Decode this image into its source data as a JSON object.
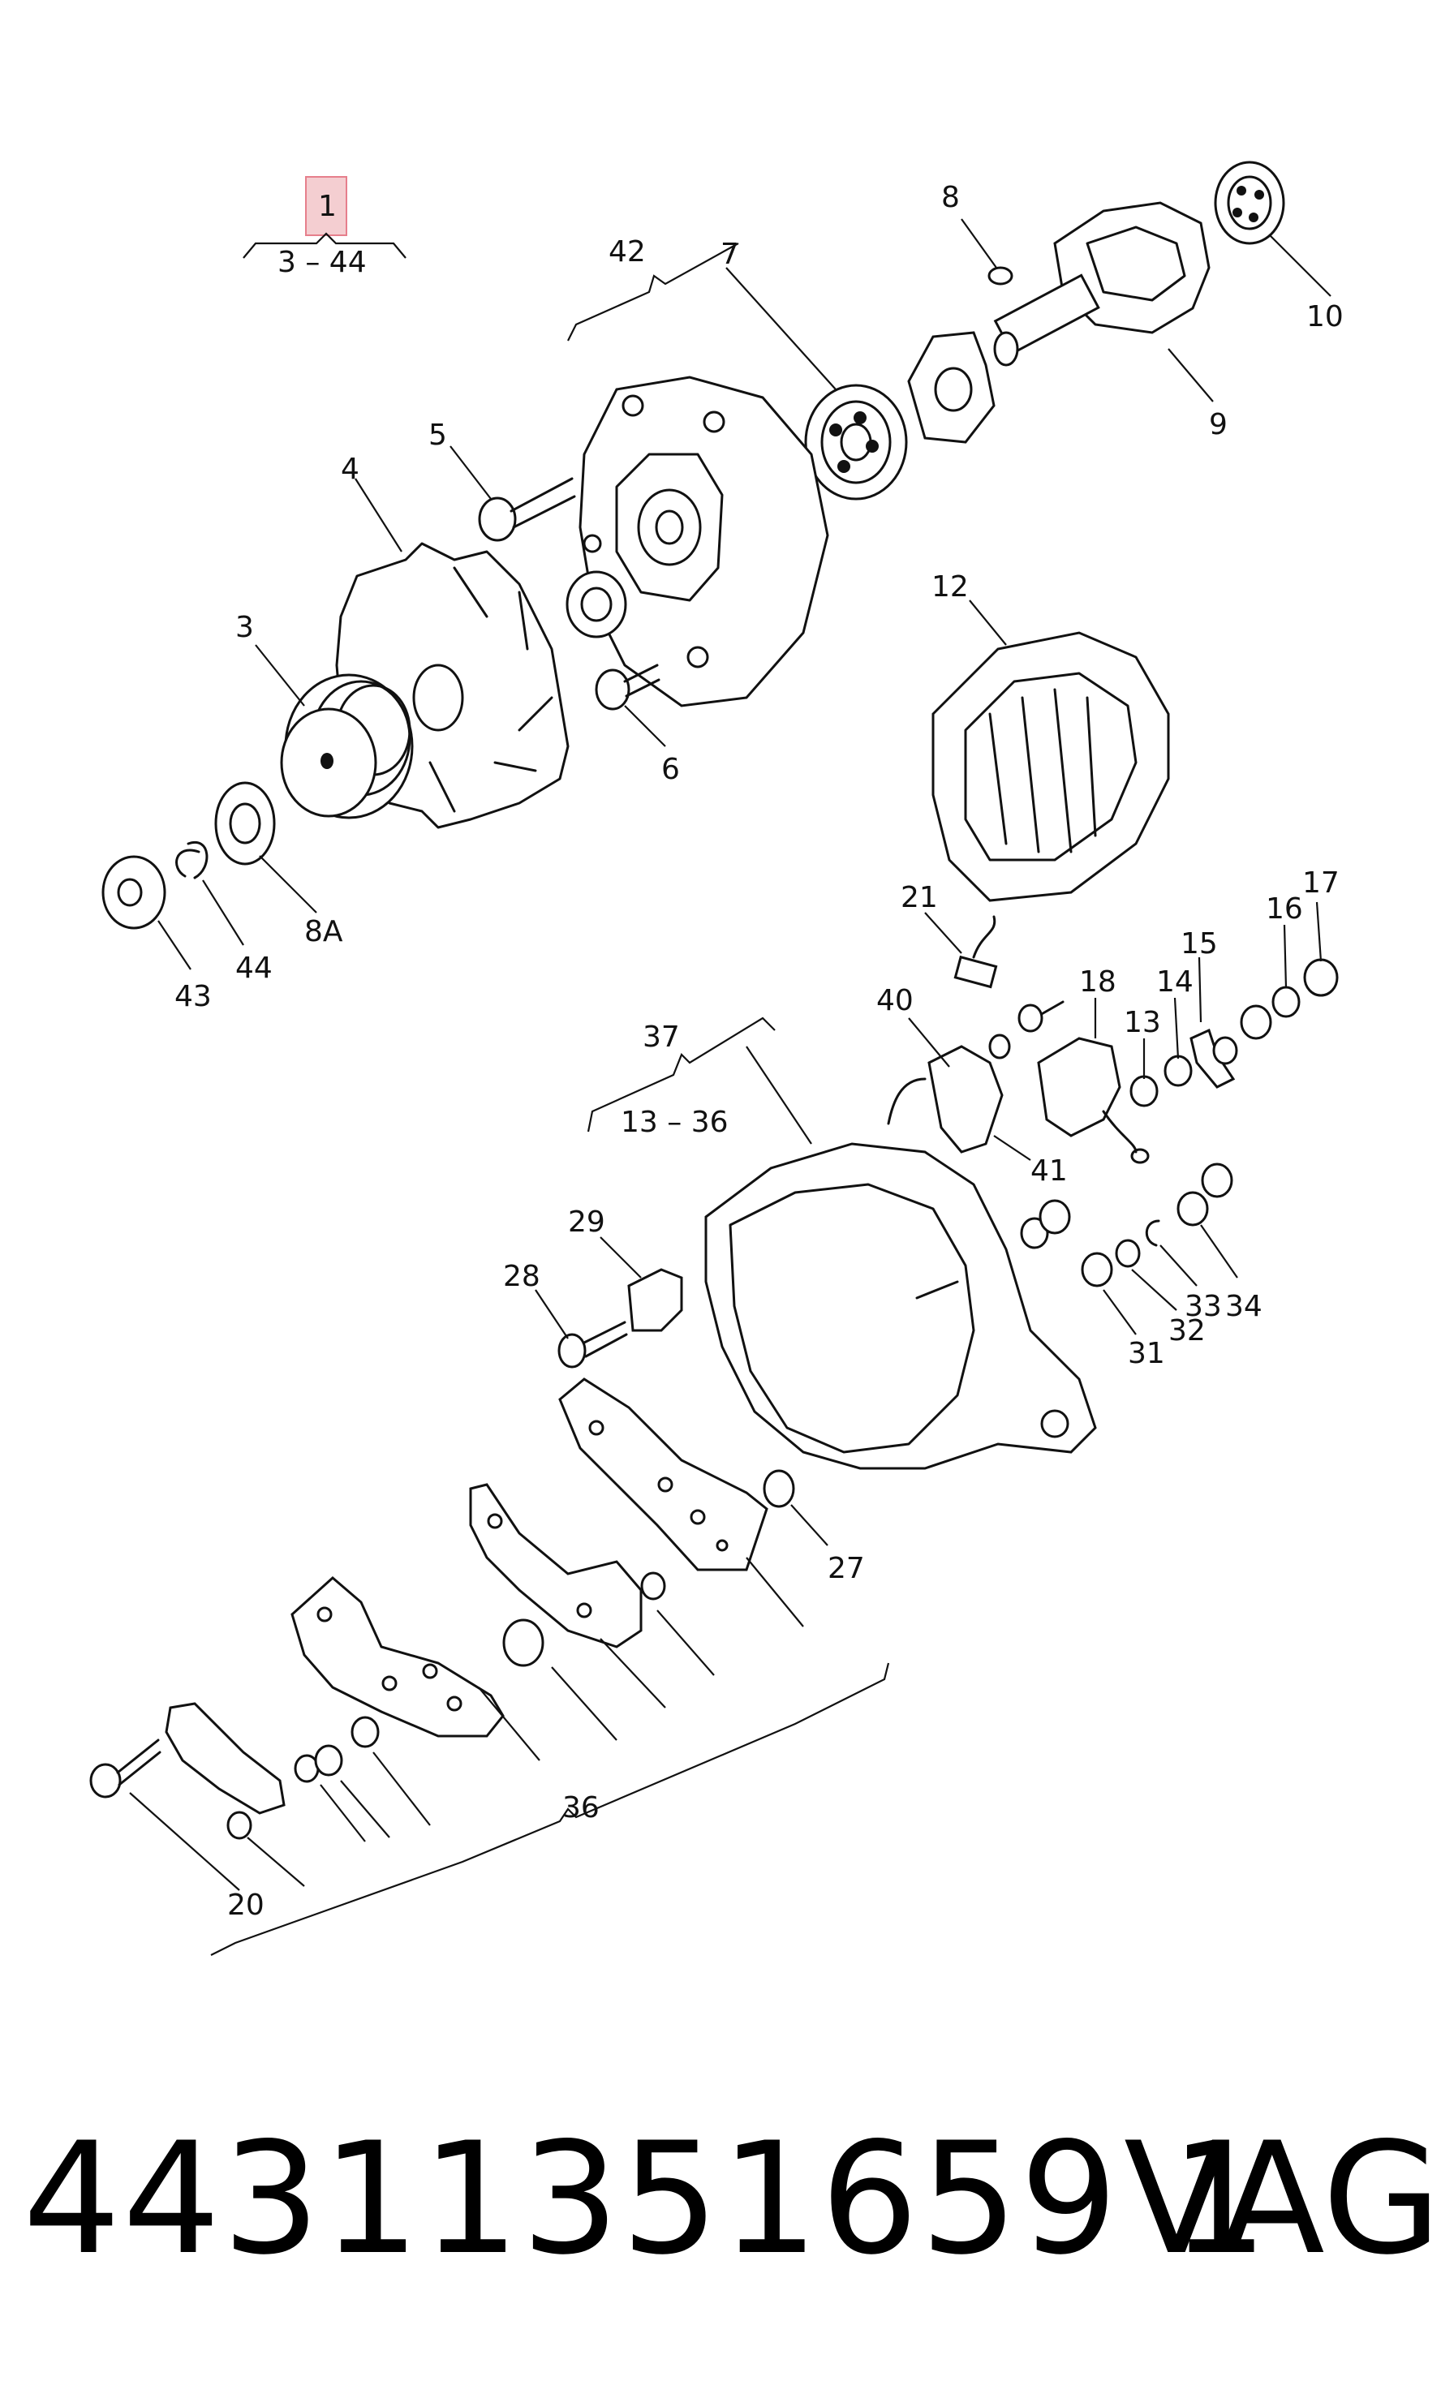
{
  "diagram": {
    "main_ref": "1",
    "main_range": "3 – 44",
    "group_42_range": "42",
    "group_37_ref": "37",
    "group_37_range": "13 – 36",
    "callouts": {
      "c3": "3",
      "c4": "4",
      "c5": "5",
      "c6": "6",
      "c7": "7",
      "c8": "8",
      "c8A": "8A",
      "c9": "9",
      "c10": "10",
      "c12": "12",
      "c13": "13",
      "c14": "14",
      "c15": "15",
      "c16": "16",
      "c17": "17",
      "c18": "18",
      "c20": "20",
      "c21": "21",
      "c27": "27",
      "c28": "28",
      "c29": "29",
      "c31": "31",
      "c32": "32",
      "c33": "33",
      "c34": "34",
      "c36": "36",
      "c40": "40",
      "c41": "41",
      "c43": "43",
      "c44": "44"
    }
  },
  "footer": {
    "part_number": "44311351659 1",
    "brand": "VAG"
  },
  "colors": {
    "highlight_box": "#f2c2c6",
    "highlight_border": "#e06070",
    "ink": "#111111"
  }
}
